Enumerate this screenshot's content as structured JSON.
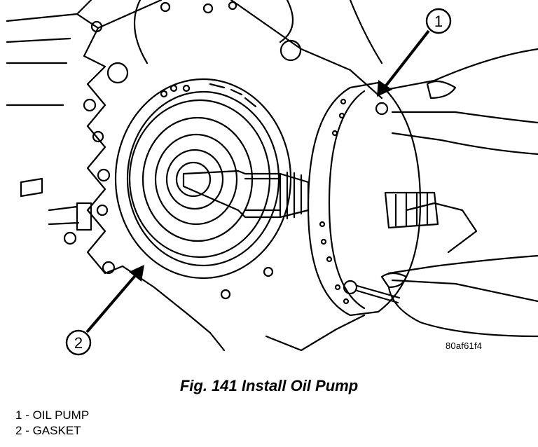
{
  "figure": {
    "callouts": [
      {
        "number": "1"
      },
      {
        "number": "2"
      }
    ],
    "image_code": "80af61f4",
    "caption": "Fig. 141 Install Oil Pump"
  },
  "legend": {
    "items": [
      {
        "number": "1",
        "separator": " - ",
        "label": "OIL PUMP"
      },
      {
        "number": "2",
        "separator": " - ",
        "label": "GASKET"
      }
    ]
  }
}
